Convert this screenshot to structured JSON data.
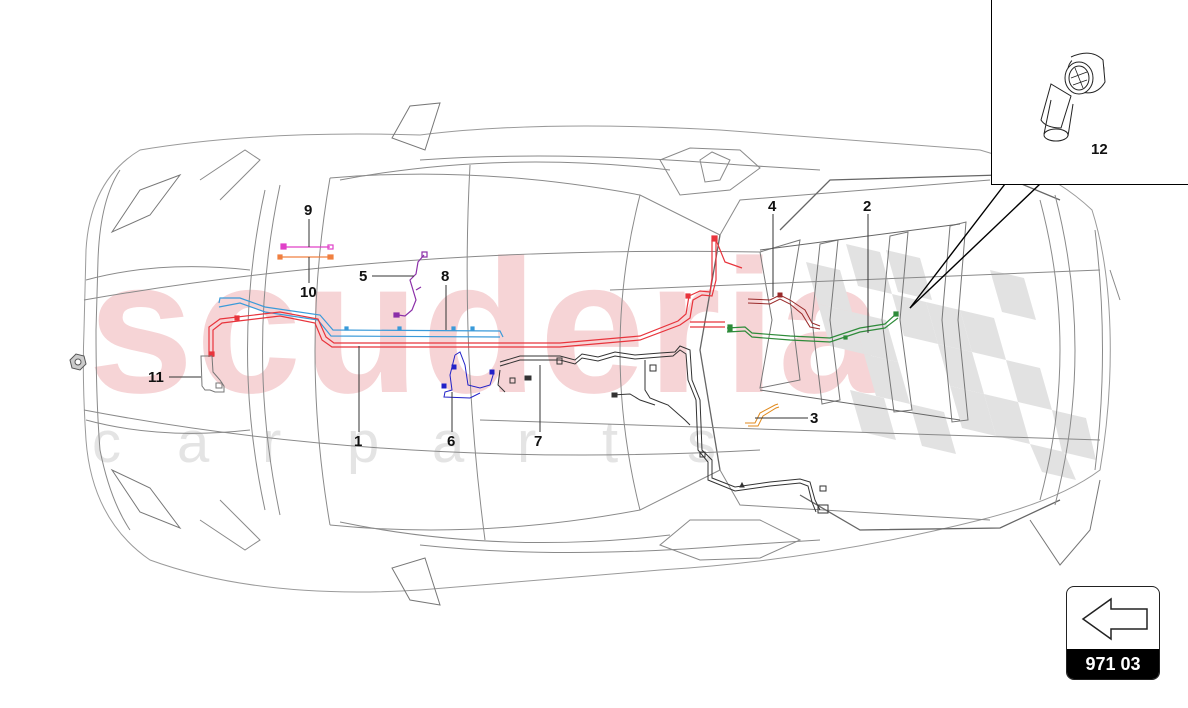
{
  "diagram": {
    "type": "parts-exploded-view",
    "subject": "vehicle top-view wiring harness layout",
    "watermark": {
      "main": "scuderia",
      "sub_letters": [
        "c",
        "a",
        "r",
        "p",
        "a",
        "r",
        "t",
        "s"
      ],
      "main_color": "#f6d4d6",
      "sub_color": "#e4e4e4"
    },
    "callouts": [
      {
        "id": "1",
        "label": "1",
        "part_color": "#e8343c",
        "desc": "red main harness"
      },
      {
        "id": "2",
        "label": "2",
        "part_color": "#2e8b3a",
        "desc": "green harness"
      },
      {
        "id": "3",
        "label": "3",
        "part_color": "#e08a1e",
        "desc": "orange short harness"
      },
      {
        "id": "4",
        "label": "4",
        "part_color": "#9a2a2a",
        "desc": "dark red harness"
      },
      {
        "id": "5",
        "label": "5",
        "part_color": "#8b2fa8",
        "desc": "purple harness"
      },
      {
        "id": "6",
        "label": "6",
        "part_color": "#2222c8",
        "desc": "blue harness"
      },
      {
        "id": "7",
        "label": "7",
        "part_color": "#333333",
        "desc": "black harness"
      },
      {
        "id": "8",
        "label": "8",
        "part_color": "#3a9ad9",
        "desc": "light blue harness"
      },
      {
        "id": "9",
        "label": "9",
        "part_color": "#e040c8",
        "desc": "magenta jumper"
      },
      {
        "id": "10",
        "label": "10",
        "part_color": "#f08040",
        "desc": "orange jumper"
      },
      {
        "id": "11",
        "label": "11",
        "part_color": "#888888",
        "desc": "bracket"
      },
      {
        "id": "12",
        "label": "12",
        "part_color": "#222222",
        "desc": "elbow connector (inset detail)"
      }
    ],
    "nav_card": {
      "icon": "arrow-left-icon",
      "code": "971 03"
    }
  }
}
